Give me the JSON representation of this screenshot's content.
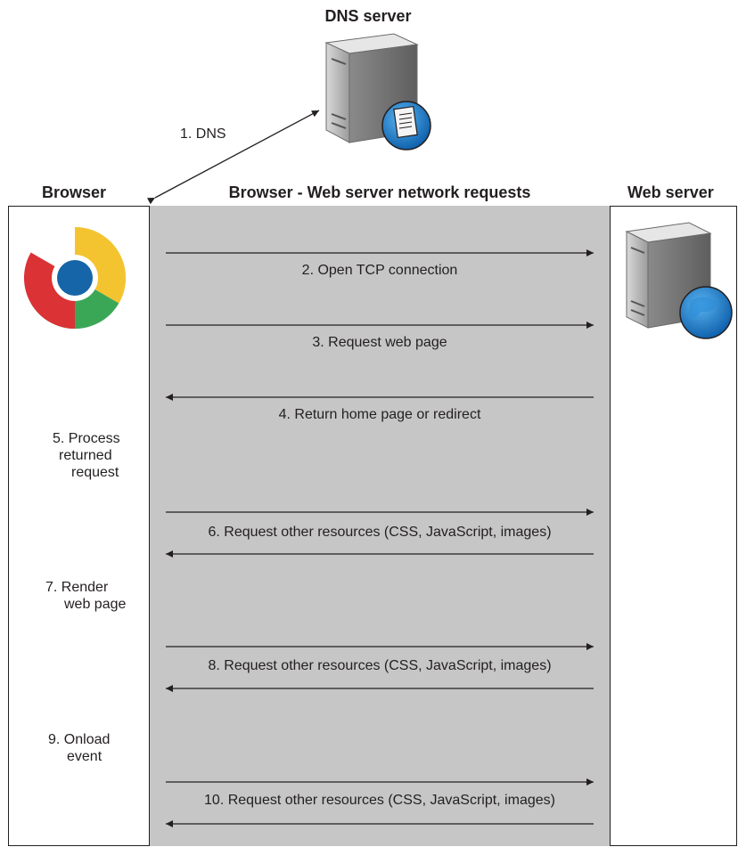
{
  "dns": {
    "title": "DNS server",
    "arrow_label": "1. DNS"
  },
  "columns": {
    "browser": "Browser",
    "network": "Browser - Web server network requests",
    "webserver": "Web server"
  },
  "requests": [
    {
      "label": "2. Open TCP connection"
    },
    {
      "label": "3. Request web page"
    },
    {
      "label": "4. Return home page or redirect"
    },
    {
      "label": "6. Request other resources (CSS, JavaScript, images)"
    },
    {
      "label": "8. Request other resources (CSS, JavaScript, images)"
    },
    {
      "label": "10. Request other resources (CSS, JavaScript, images)"
    }
  ],
  "browser_steps": [
    {
      "lines": [
        "5. Process",
        "returned",
        "request"
      ]
    },
    {
      "lines": [
        "7. Render",
        "web page"
      ]
    },
    {
      "lines": [
        "9. Onload",
        "event"
      ]
    }
  ],
  "icons": {
    "dns": "dns-server-icon",
    "browser": "chrome-browser-icon",
    "webserver": "web-server-icon"
  }
}
